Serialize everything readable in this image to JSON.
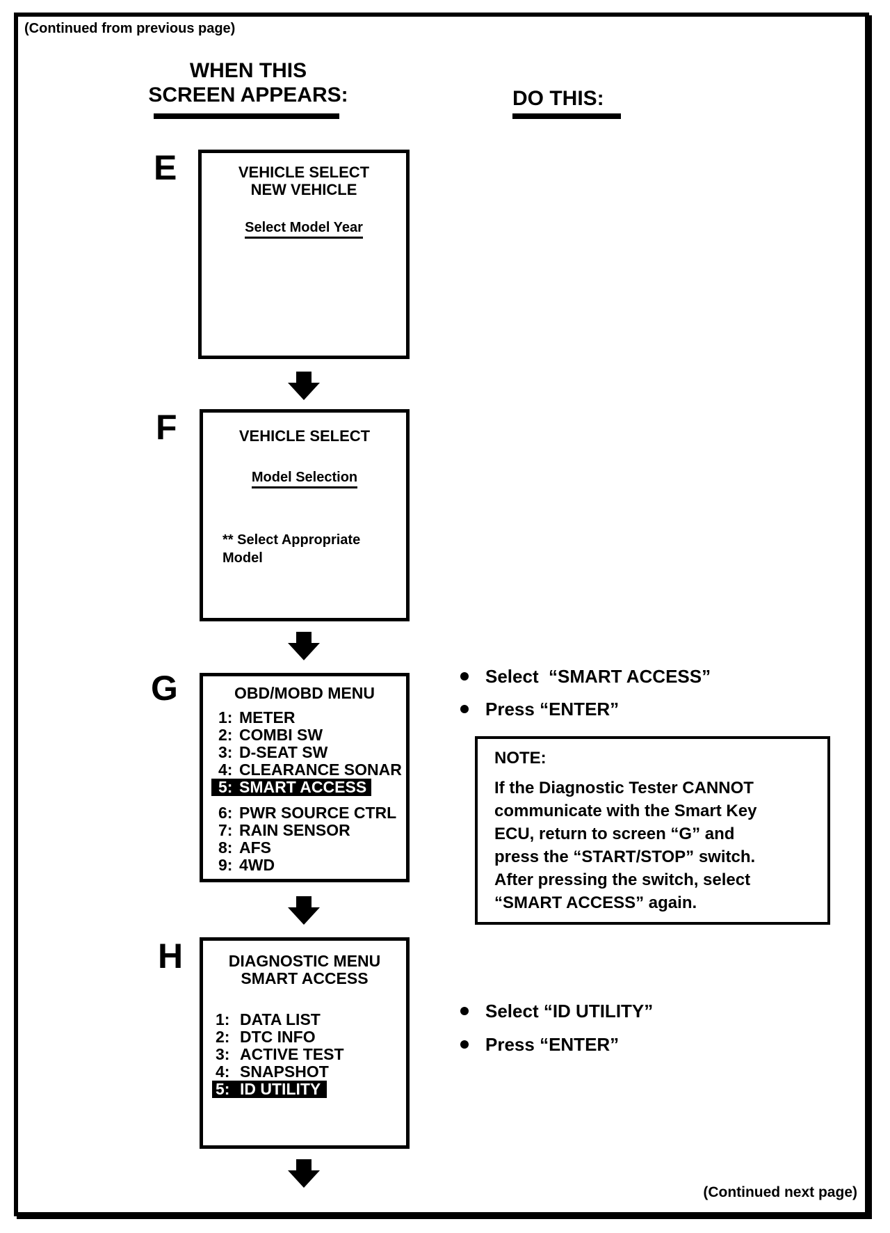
{
  "page": {
    "continued_from": "(Continued from previous page)",
    "continued_next": "(Continued next page)",
    "left_column_header_line1": "WHEN THIS",
    "left_column_header_line2": "SCREEN APPEARS:",
    "right_column_header": "DO THIS:"
  },
  "screens": {
    "e": {
      "label": "E",
      "title_line1": "VEHICLE SELECT",
      "title_line2": "NEW VEHICLE",
      "link_text": "Select Model Year"
    },
    "f": {
      "label": "F",
      "title_line1": "VEHICLE SELECT",
      "link_text": "Model Selection",
      "note_line1": "** Select Appropriate",
      "note_line2": "Model"
    },
    "g": {
      "label": "G",
      "title_line1": "OBD/MOBD MENU",
      "menu": [
        {
          "num": "1:",
          "label": "METER"
        },
        {
          "num": "2:",
          "label": "COMBI SW"
        },
        {
          "num": "3:",
          "label": "D-SEAT SW"
        },
        {
          "num": "4:",
          "label": "CLEARANCE SONAR"
        },
        {
          "num": "5:",
          "label": "SMART ACCESS"
        },
        {
          "num": "6:",
          "label": "PWR SOURCE CTRL"
        },
        {
          "num": "7:",
          "label": "RAIN SENSOR"
        },
        {
          "num": "8:",
          "label": "AFS"
        },
        {
          "num": "9:",
          "label": "4WD"
        }
      ],
      "highlighted_item": "5: SMART ACCESS"
    },
    "h": {
      "label": "H",
      "title_line1": "DIAGNOSTIC MENU",
      "title_line2": "SMART ACCESS",
      "menu": [
        {
          "num": "1:",
          "label": "DATA LIST"
        },
        {
          "num": "2:",
          "label": "DTC INFO"
        },
        {
          "num": "3:",
          "label": "ACTIVE TEST"
        },
        {
          "num": "4:",
          "label": "SNAPSHOT"
        },
        {
          "num": "5:",
          "label": "ID UTILITY"
        }
      ],
      "highlighted_item": "5: ID UTILITY"
    }
  },
  "actions": {
    "g": {
      "bullet1": "Select  “SMART ACCESS”",
      "bullet2": "Press “ENTER”"
    },
    "h": {
      "bullet1": "Select “ID UTILITY”",
      "bullet2": "Press “ENTER”"
    }
  },
  "note": {
    "label": "NOTE:",
    "line1": "If the Diagnostic Tester CANNOT",
    "line2": "communicate with the Smart Key",
    "line3": "ECU, return to screen “G” and",
    "line4": "press the “START/STOP” switch.",
    "line5": "After pressing the switch, select",
    "line6": "“SMART ACCESS” again."
  },
  "colors": {
    "ink": "#000000",
    "paper": "#ffffff",
    "highlight_bg": "#000000",
    "highlight_text": "#ffffff"
  }
}
